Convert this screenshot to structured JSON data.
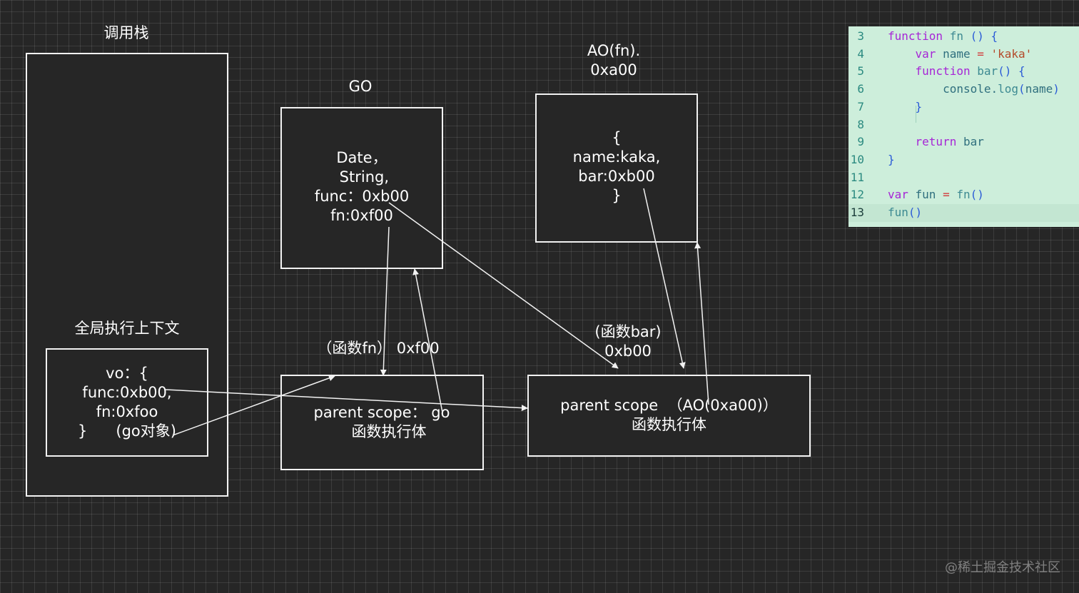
{
  "labels": {
    "call_stack": "调用栈",
    "global_context": "全局执行上下文",
    "go": "GO",
    "ao_title": "AO(fn).\n0xa00",
    "fn_func_label": "（函数fn）  0xf00",
    "bar_func_label": "(函数bar)\n0xb00"
  },
  "boxes": {
    "vo_content": "vo：{\nfunc:0xb00,\nfn:0xfoo\n}      (go对象)",
    "go_content": "Date，\n String,\nfunc：0xb00\nfn:0xf00",
    "ao_content": "{\nname:kaka,\nbar:0xb00\n}",
    "fn_scope": "parent scope： go\n   函数执行体",
    "bar_scope": "parent scope  （AO(0xa00)）\n函数执行体"
  },
  "code": {
    "lines": [
      {
        "num": "3",
        "tokens": [
          {
            "t": "function",
            "c": "kw"
          },
          {
            "t": " fn ",
            "c": "fn"
          },
          {
            "t": "()",
            "c": "brace"
          },
          {
            "t": " {",
            "c": "brace"
          }
        ]
      },
      {
        "num": "4",
        "tokens": [
          {
            "t": "    var",
            "c": "kw"
          },
          {
            "t": " name ",
            "c": "plain"
          },
          {
            "t": "=",
            "c": "op"
          },
          {
            "t": " 'kaka'",
            "c": "str"
          }
        ]
      },
      {
        "num": "5",
        "tokens": [
          {
            "t": "    function",
            "c": "kw"
          },
          {
            "t": " bar",
            "c": "fn"
          },
          {
            "t": "()",
            "c": "brace"
          },
          {
            "t": " {",
            "c": "brace"
          }
        ]
      },
      {
        "num": "6",
        "tokens": [
          {
            "t": "        console",
            "c": "plain"
          },
          {
            "t": ".",
            "c": "plain"
          },
          {
            "t": "log",
            "c": "fn"
          },
          {
            "t": "(",
            "c": "brace"
          },
          {
            "t": "name",
            "c": "plain"
          },
          {
            "t": ")",
            "c": "brace"
          }
        ]
      },
      {
        "num": "7",
        "tokens": [
          {
            "t": "    }",
            "c": "brace"
          }
        ]
      },
      {
        "num": "8",
        "tokens": []
      },
      {
        "num": "9",
        "tokens": [
          {
            "t": "    return",
            "c": "kw"
          },
          {
            "t": " bar",
            "c": "plain"
          }
        ]
      },
      {
        "num": "10",
        "tokens": [
          {
            "t": "}",
            "c": "brace"
          }
        ]
      },
      {
        "num": "11",
        "tokens": []
      },
      {
        "num": "12",
        "tokens": [
          {
            "t": "var",
            "c": "kw"
          },
          {
            "t": " fun ",
            "c": "plain"
          },
          {
            "t": "=",
            "c": "op"
          },
          {
            "t": " fn",
            "c": "fn"
          },
          {
            "t": "()",
            "c": "brace"
          }
        ]
      },
      {
        "num": "13",
        "tokens": [
          {
            "t": "fun",
            "c": "fn"
          },
          {
            "t": "()",
            "c": "brace"
          }
        ]
      }
    ],
    "active_line": "13"
  },
  "watermark": "@稀土掘金技术社区",
  "colors": {
    "background": "#262626",
    "stroke": "#f2f2f2",
    "code_bg": "#cdeedb"
  }
}
